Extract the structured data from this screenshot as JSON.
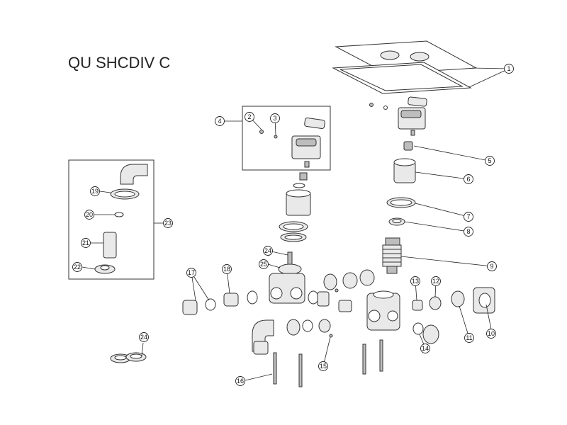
{
  "title": "QU SHCDIV C",
  "callouts": [
    "1",
    "2",
    "3",
    "4",
    "5",
    "6",
    "7",
    "8",
    "9",
    "10",
    "11",
    "12",
    "13",
    "14",
    "15",
    "16",
    "17",
    "18",
    "19",
    "20",
    "21",
    "22",
    "23",
    "24",
    "25",
    "24"
  ]
}
